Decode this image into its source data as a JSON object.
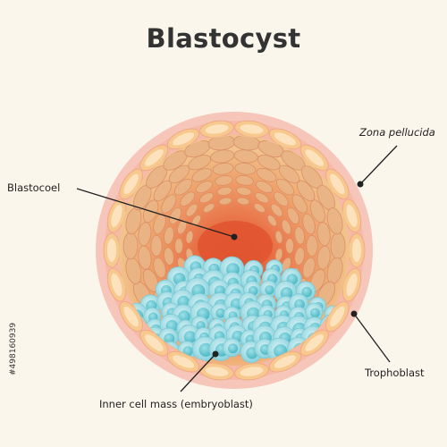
{
  "title": "Blastocyst",
  "labels": {
    "zona_pellucida": "Zona pellucida",
    "blastocoel": "Blastocoel",
    "trophoblast": "Trophoblast",
    "inner_cell_mass": "Inner cell mass (embryoblast)"
  },
  "stock_id": "#498160939",
  "colors": {
    "background": "#fbf6ec",
    "zona": "#f6c6bb",
    "trophoblast_outer": "#f8c98e",
    "trophoblast_inner": "#fde3bd",
    "blastocoel": "#e0532f",
    "icm": "#8fd6df",
    "icm_nucleus": "#5cc2ce"
  }
}
